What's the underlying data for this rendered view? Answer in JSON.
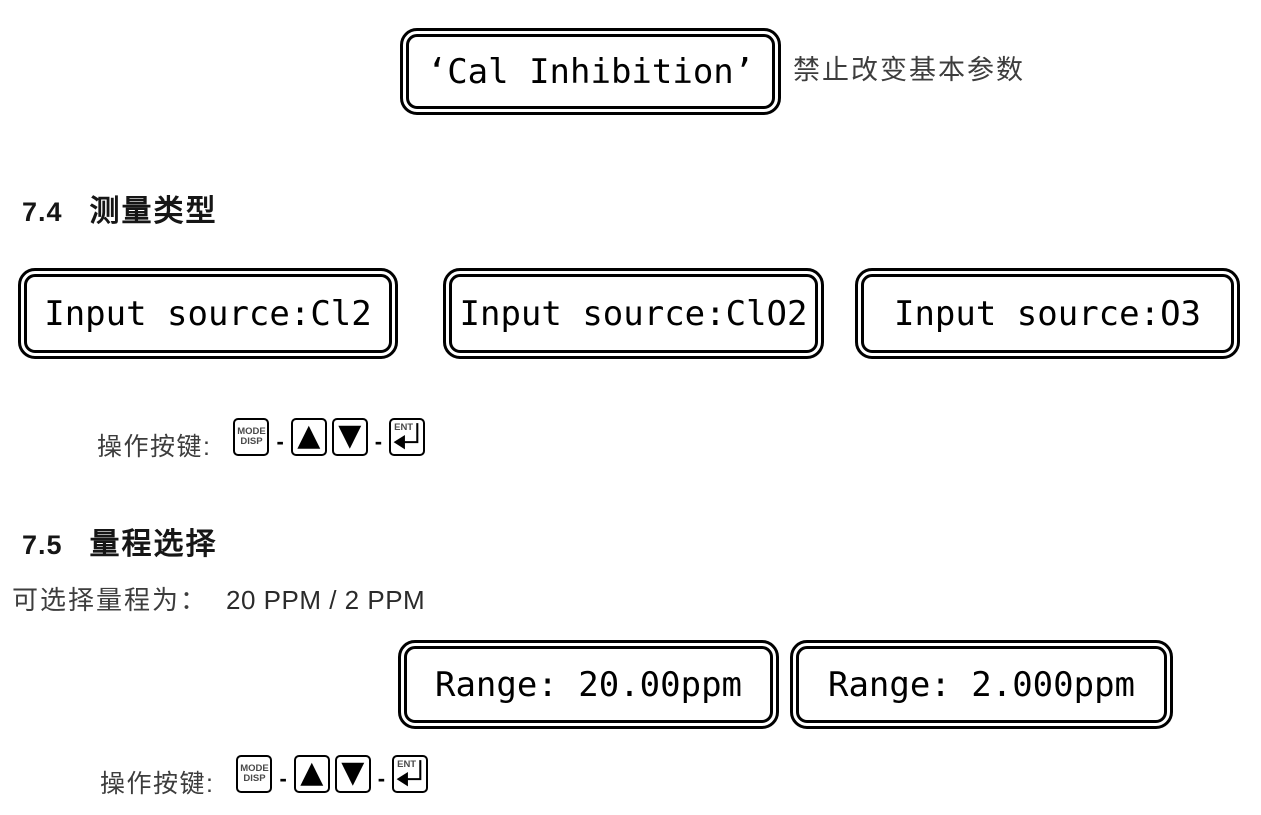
{
  "displays": {
    "cal_inhibition": "‘Cal Inhibition’",
    "input_source_cl2": "Input source:Cl2",
    "input_source_clo2": "Input source:ClO2",
    "input_source_o3": "Input source:O3",
    "range_20ppm": "Range: 20.00ppm",
    "range_2ppm": "Range: 2.000ppm"
  },
  "annotations": {
    "cal_inhibition_note": "禁止改变基本参数"
  },
  "sections": {
    "measurement_type": {
      "number": "7.4",
      "title": "测量类型"
    },
    "range_selection": {
      "number": "7.5",
      "title": "量程选择"
    }
  },
  "range_options": {
    "label": "可选择量程为：",
    "value": "20 PPM / 2 PPM"
  },
  "keys_row": {
    "label": "操作按键:",
    "mode_key_line1": "MODE",
    "mode_key_line2": "DISP",
    "up_key": "▲",
    "down_key": "▼",
    "ent_key": "ENT",
    "separator": "-"
  },
  "colors": {
    "background": "#ffffff",
    "border": "#000000",
    "heading_text": "#161616",
    "body_text": "#3d3d3d",
    "lcd_text": "#000000"
  }
}
